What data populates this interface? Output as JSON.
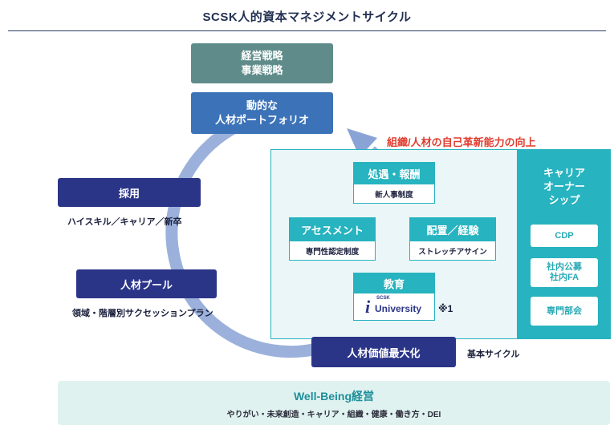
{
  "title": "SCSK人的資本マネジメントサイクル",
  "strategy": {
    "line1": "経営戦略",
    "line2": "事業戦略"
  },
  "portfolio": {
    "line1": "動的な",
    "line2": "人材ポートフォリオ"
  },
  "recruit": {
    "label": "採用",
    "caption": "ハイスキル／キャリア／新卒"
  },
  "pool": {
    "label": "人材プール",
    "caption": "領域・階層別サクセッションプラン"
  },
  "maximize": {
    "label": "人材価値最大化",
    "caption": "基本サイクル"
  },
  "renewal_label": "組織/人材の自己革新能力の向上",
  "inner_cycle": {
    "treatment": {
      "head": "処遇・報酬",
      "body": "新人事制度"
    },
    "assessment": {
      "head": "アセスメント",
      "body": "専門性認定制度"
    },
    "placement": {
      "head": "配置／経験",
      "body": "ストレッチアサイン"
    },
    "education": {
      "head": "教育",
      "logo_small": "SCSK",
      "logo_main": "University",
      "logo_i": "i",
      "note": "※1"
    }
  },
  "career": {
    "title": "キャリア\nオーナー\nシップ",
    "items": [
      "CDP",
      "社内公募\n社内FA",
      "専門部会"
    ]
  },
  "wellbeing": {
    "title": "Well-Being経営",
    "subtitle": "やりがい・未来創造・キャリア・組織・健康・働き方・DEI"
  },
  "colors": {
    "teal": "#27b3bf",
    "navy": "#2b3588",
    "blue": "#3c73b8",
    "grey": "#5f8c8a",
    "ring": "#8aa3d6",
    "accent_red": "#e03c2e"
  }
}
